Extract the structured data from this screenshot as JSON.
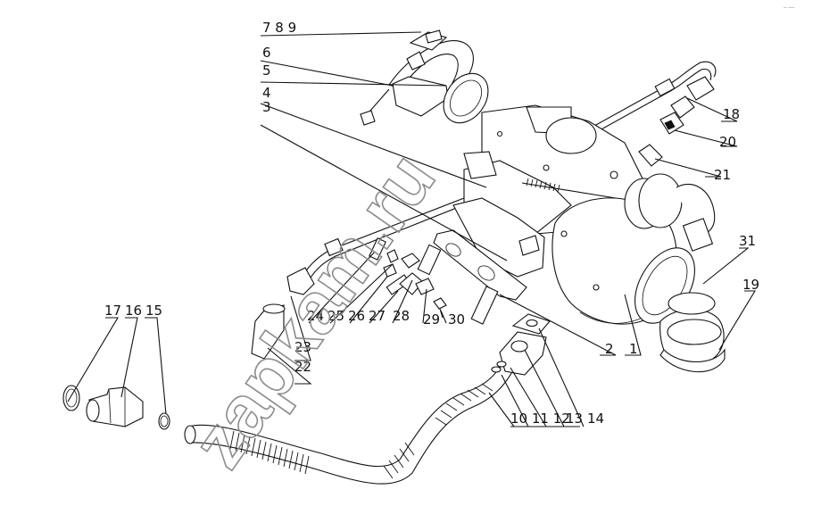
{
  "diagram": {
    "watermark": "zapkam.ru",
    "corner_mark": "-- ----",
    "callouts": [
      {
        "id": "c1",
        "text": "1"
      },
      {
        "id": "c2",
        "text": "2"
      },
      {
        "id": "c3",
        "text": "3"
      },
      {
        "id": "c4",
        "text": "4"
      },
      {
        "id": "c5",
        "text": "5"
      },
      {
        "id": "c6",
        "text": "6"
      },
      {
        "id": "c789",
        "text": "7 8 9"
      },
      {
        "id": "c1011",
        "text": "10 11 12"
      },
      {
        "id": "c13",
        "text": "13"
      },
      {
        "id": "c14",
        "text": "14"
      },
      {
        "id": "c15",
        "text": "15"
      },
      {
        "id": "c16",
        "text": "16"
      },
      {
        "id": "c17",
        "text": "17"
      },
      {
        "id": "c18",
        "text": "18"
      },
      {
        "id": "c19",
        "text": "19"
      },
      {
        "id": "c20",
        "text": "20"
      },
      {
        "id": "c21",
        "text": "21"
      },
      {
        "id": "c22",
        "text": "22"
      },
      {
        "id": "c23",
        "text": "23"
      },
      {
        "id": "c24",
        "text": "24"
      },
      {
        "id": "c25",
        "text": "25"
      },
      {
        "id": "c26",
        "text": "26"
      },
      {
        "id": "c27",
        "text": "27"
      },
      {
        "id": "c28",
        "text": "28"
      },
      {
        "id": "c29",
        "text": "29"
      },
      {
        "id": "c30",
        "text": "30"
      },
      {
        "id": "c31",
        "text": "31"
      }
    ]
  }
}
